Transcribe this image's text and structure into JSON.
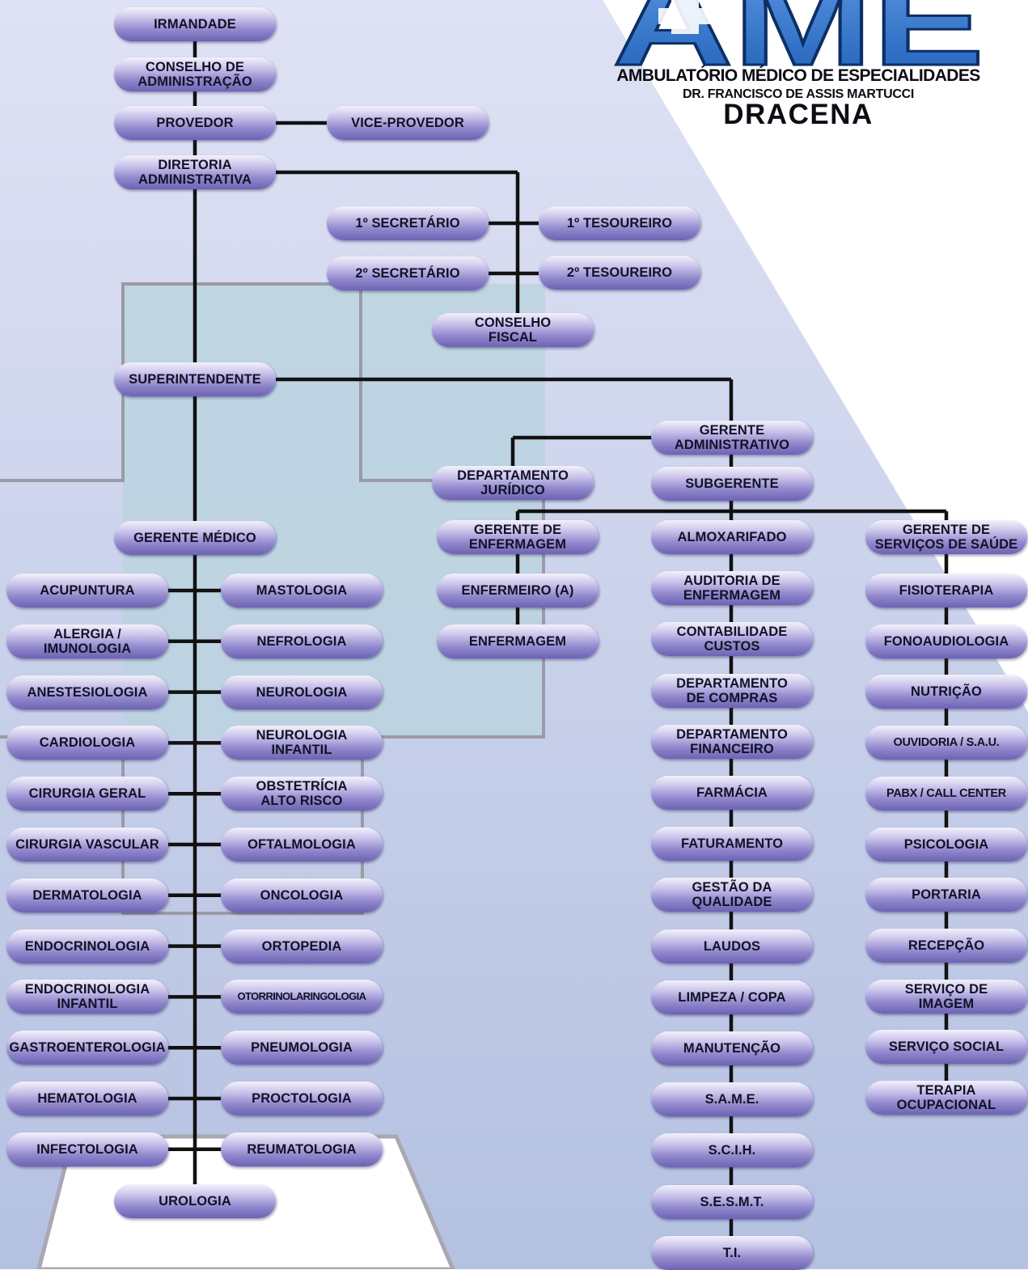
{
  "logo": {
    "mark_text": "AME",
    "line1": "AMBULATÓRIO MÉDICO DE ESPECIALIDADES",
    "line2": "DR. FRANCISCO DE ASSIS MARTUCCI",
    "city": "DRACENA"
  },
  "colors": {
    "node_top": "#f3f1fb",
    "node_bottom": "#6d63b3",
    "connector": "#111111",
    "background_light": "#dfe2f4",
    "background_dark": "#b4c1e1",
    "panel_teal": "#bcd3df",
    "logo_blue": "#1e5fb7"
  },
  "nodes": {
    "irmandade": "IRMANDADE",
    "conselho_administracao": "CONSELHO DE\nADMINISTRAÇÃO",
    "provedor": "PROVEDOR",
    "vice_provedor": "VICE-PROVEDOR",
    "diretoria_administrativa": "DIRETORIA\nADMINISTRATIVA",
    "primeiro_secretario": "1º SECRETÁRIO",
    "primeiro_tesoureiro": "1º TESOUREIRO",
    "segundo_secretario": "2º SECRETÁRIO",
    "segundo_tesoureiro": "2º TESOUREIRO",
    "conselho_fiscal": "CONSELHO\nFISCAL",
    "superintendente": "SUPERINTENDENTE",
    "gerente_administrativo": "GERENTE\nADMINISTRATIVO",
    "departamento_juridico": "DEPARTAMENTO\nJURÍDICO",
    "subgerente": "SUBGERENTE",
    "gerente_medico": "GERENTE MÉDICO",
    "gerente_enfermagem": "GERENTE DE\nENFERMAGEM",
    "enfermeiro": "ENFERMEIRO (A)",
    "enfermagem": "ENFERMAGEM",
    "gerente_servicos_saude": "GERENTE DE\nSERVIÇOS DE SAÚDE",
    "urologia": "UROLOGIA"
  },
  "especialidades_esquerda": [
    "ACUPUNTURA",
    "ALERGIA /\nIMUNOLOGIA",
    "ANESTESIOLOGIA",
    "CARDIOLOGIA",
    "CIRURGIA GERAL",
    "CIRURGIA VASCULAR",
    "DERMATOLOGIA",
    "ENDOCRINOLOGIA",
    "ENDOCRINOLOGIA\nINFANTIL",
    "GASTROENTEROLOGIA",
    "HEMATOLOGIA",
    "INFECTOLOGIA"
  ],
  "especialidades_direita": [
    "MASTOLOGIA",
    "NEFROLOGIA",
    "NEUROLOGIA",
    "NEUROLOGIA\nINFANTIL",
    "OBSTETRÍCIA\nALTO RISCO",
    "OFTALMOLOGIA",
    "ONCOLOGIA",
    "ORTOPEDIA",
    "OTORRINOLARINGOLOGIA",
    "PNEUMOLOGIA",
    "PROCTOLOGIA",
    "REUMATOLOGIA"
  ],
  "administrativo": [
    "ALMOXARIFADO",
    "AUDITORIA DE\nENFERMAGEM",
    "CONTABILIDADE\nCUSTOS",
    "DEPARTAMENTO\nDE COMPRAS",
    "DEPARTAMENTO\nFINANCEIRO",
    "FARMÁCIA",
    "FATURAMENTO",
    "GESTÃO DA\nQUALIDADE",
    "LAUDOS",
    "LIMPEZA / COPA",
    "MANUTENÇÃO",
    "S.A.M.E.",
    "S.C.I.H.",
    "S.E.S.M.T.",
    "T.I."
  ],
  "servicos_saude": [
    "FISIOTERAPIA",
    "FONOAUDIOLOGIA",
    "NUTRIÇÃO",
    "OUVIDORIA / S.A.U.",
    "PABX / CALL CENTER",
    "PSICOLOGIA",
    "PORTARIA",
    "RECEPÇÃO",
    "SERVIÇO DE\nIMAGEM",
    "SERVIÇO SOCIAL",
    "TERAPIA\nOCUPACIONAL"
  ]
}
